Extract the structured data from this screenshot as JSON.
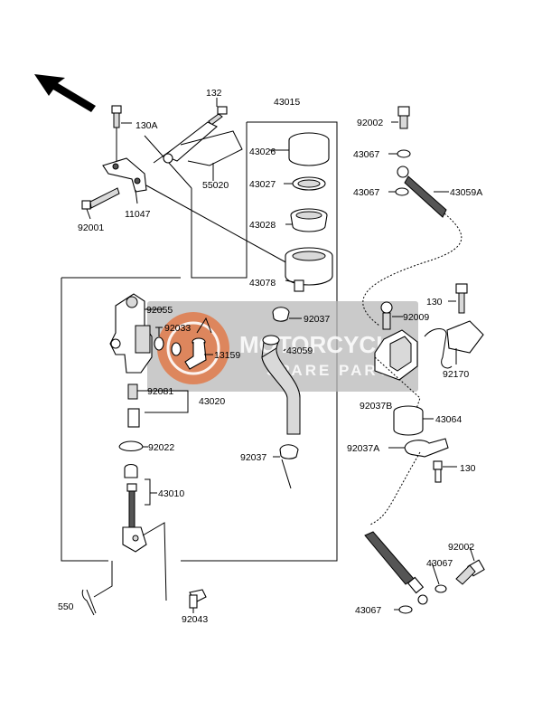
{
  "labels": {
    "p130A": "130A",
    "p132": "132",
    "p43015": "43015",
    "p92002a": "92002",
    "p43026": "43026",
    "p43067a": "43067",
    "p43027": "43027",
    "p43067b": "43067",
    "p43059A": "43059A",
    "p55020": "55020",
    "p43028": "43028",
    "p92001": "92001",
    "p11047": "11047",
    "p43078": "43078",
    "p130a": "130",
    "p92055": "92055",
    "p92037a": "92037",
    "p92009": "92009",
    "p92033": "92033",
    "p43059": "43059",
    "p13159": "13159",
    "p92170": "92170",
    "p92081": "92081",
    "p92037B": "92037B",
    "p43020": "43020",
    "p43064": "43064",
    "p92022": "92022",
    "p92037A": "92037A",
    "p92037b": "92037",
    "p130b": "130",
    "p43010": "43010",
    "p92002b": "92002",
    "p43067c": "43067",
    "p550": "550",
    "p92043": "92043",
    "p43067d": "43067"
  },
  "watermark": {
    "brand": "MOTORCYCLE",
    "sub": "SPARE PARTS"
  },
  "colors": {
    "watermark_bg": "#b8b8b8",
    "watermark_accent": "#e07a4a",
    "line": "#000000"
  },
  "icons": {
    "direction": "front-direction-arrow-icon"
  }
}
